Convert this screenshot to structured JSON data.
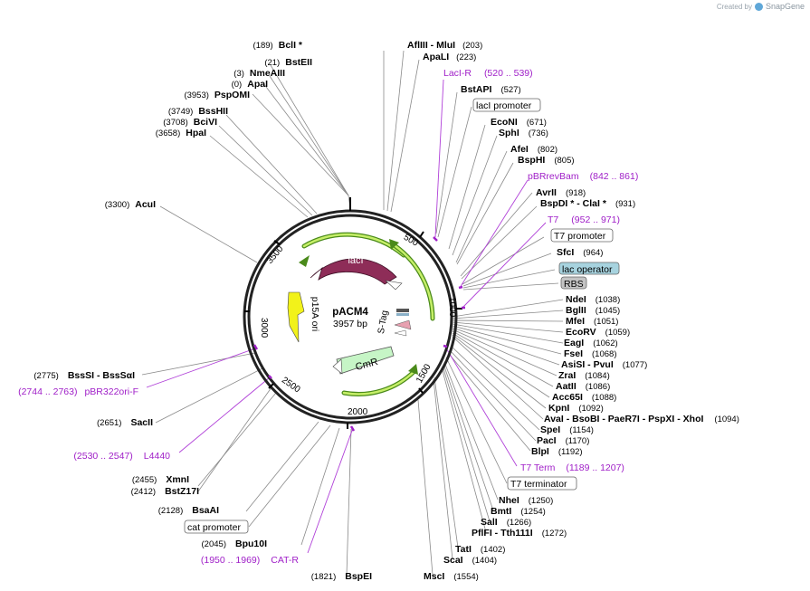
{
  "credit": {
    "prefix": "Created by",
    "brand": "SnapGene"
  },
  "plasmid": {
    "name": "pACM4",
    "size": "3957 bp"
  },
  "ticks": [
    "500",
    "1000",
    "1500",
    "2000",
    "2500",
    "3000",
    "3500"
  ],
  "features": {
    "lacI": "lacI",
    "cmR": "CmR",
    "p15a": "p15A ori",
    "stag": "S-Tag"
  },
  "enzymes": [
    {
      "name": "BclI *",
      "pos": "(189)"
    },
    {
      "name": "AflIII  - MluI",
      "pos": "(203)"
    },
    {
      "name": "ApaLI",
      "pos": "(223)"
    },
    {
      "name": "BstEII",
      "pos": "(21)"
    },
    {
      "name": "NmeAIII",
      "pos": "(3)"
    },
    {
      "name": "ApaI",
      "pos": "(0)"
    },
    {
      "name": "PspOMI",
      "pos": "(3953)"
    },
    {
      "name": "BssHII",
      "pos": "(3749)"
    },
    {
      "name": "BciVI",
      "pos": "(3708)"
    },
    {
      "name": "HpaI",
      "pos": "(3658)"
    },
    {
      "name": "AcuI",
      "pos": "(3300)"
    },
    {
      "name": "BstAPI",
      "pos": "(527)"
    },
    {
      "name": "EcoNI",
      "pos": "(671)"
    },
    {
      "name": "SphI",
      "pos": "(736)"
    },
    {
      "name": "AfeI",
      "pos": "(802)"
    },
    {
      "name": "BspHI",
      "pos": "(805)"
    },
    {
      "name": "AvrII",
      "pos": "(918)"
    },
    {
      "name": "BspDI *  - ClaI *",
      "pos": "(931)"
    },
    {
      "name": "SfcI",
      "pos": "(964)"
    },
    {
      "name": "NdeI",
      "pos": "(1038)"
    },
    {
      "name": "BglII",
      "pos": "(1045)"
    },
    {
      "name": "MfeI",
      "pos": "(1051)"
    },
    {
      "name": "EcoRV",
      "pos": "(1059)"
    },
    {
      "name": "EagI",
      "pos": "(1062)"
    },
    {
      "name": "FseI",
      "pos": "(1068)"
    },
    {
      "name": "AsiSI  - PvuI",
      "pos": "(1077)"
    },
    {
      "name": "ZraI",
      "pos": "(1084)"
    },
    {
      "name": "AatII",
      "pos": "(1086)"
    },
    {
      "name": "Acc65I",
      "pos": "(1088)"
    },
    {
      "name": "KpnI",
      "pos": "(1092)"
    },
    {
      "name": "AvaI  - BsoBI  - PaeR7I  - PspXI  - XhoI",
      "pos": "(1094)"
    },
    {
      "name": "SpeI",
      "pos": "(1154)"
    },
    {
      "name": "PacI",
      "pos": "(1170)"
    },
    {
      "name": "BlpI",
      "pos": "(1192)"
    },
    {
      "name": "NheI",
      "pos": "(1250)"
    },
    {
      "name": "BmtI",
      "pos": "(1254)"
    },
    {
      "name": "SalI",
      "pos": "(1266)"
    },
    {
      "name": "PflFI  - Tth111I",
      "pos": "(1272)"
    },
    {
      "name": "TatI",
      "pos": "(1402)"
    },
    {
      "name": "ScaI",
      "pos": "(1404)"
    },
    {
      "name": "MscI",
      "pos": "(1554)"
    },
    {
      "name": "BspEI",
      "pos": "(1821)"
    },
    {
      "name": "Bpu10I",
      "pos": "(2045)"
    },
    {
      "name": "BsaAI",
      "pos": "(2128)"
    },
    {
      "name": "XmnI",
      "pos": "(2455)"
    },
    {
      "name": "BstZ17I",
      "pos": "(2412)"
    },
    {
      "name": "SacII",
      "pos": "(2651)"
    },
    {
      "name": "BssSI  - BssSαI",
      "pos": "(2775)"
    }
  ],
  "primers": [
    {
      "name": "LacI-R",
      "range": "(520 .. 539)"
    },
    {
      "name": "pBRrevBam",
      "range": "(842 .. 861)"
    },
    {
      "name": "T7",
      "range": "(952 .. 971)"
    },
    {
      "name": "T7 Term",
      "range": "(1189 .. 1207)"
    },
    {
      "name": "CAT-R",
      "range": "(1950 .. 1969)"
    },
    {
      "name": "L4440",
      "range": "(2530 .. 2547)"
    },
    {
      "name": "pBR322ori-F",
      "range": "(2744 .. 2763)"
    }
  ],
  "boxes": [
    {
      "label": "lacI promoter"
    },
    {
      "label": "T7 promoter"
    },
    {
      "label": "lac operator"
    },
    {
      "label": "RBS"
    },
    {
      "label": "T7 terminator"
    },
    {
      "label": "cat promoter"
    }
  ]
}
